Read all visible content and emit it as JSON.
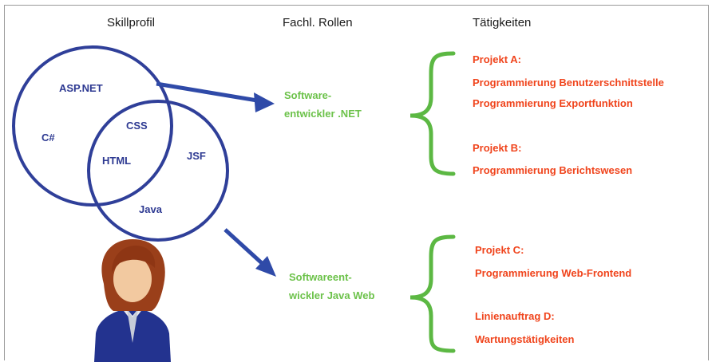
{
  "headers": {
    "skillprofil": "Skillprofil",
    "rollen": "Fachl. Rollen",
    "taetigkeiten": "Tätigkeiten"
  },
  "skills": {
    "aspnet": "ASP.NET",
    "csharp": "C#",
    "css": "CSS",
    "html": "HTML",
    "jsf": "JSF",
    "java": "Java"
  },
  "roles": [
    {
      "line1": "Software-",
      "line2": "entwickler .NET"
    },
    {
      "line1": "Softwareent-",
      "line2": "wickler Java Web"
    }
  ],
  "tasks": {
    "group1": [
      "Projekt A:",
      "Programmierung Benutzerschnittstelle",
      "Programmierung Exportfunktion",
      "Projekt B:",
      "Programmierung Berichtswesen"
    ],
    "group2": [
      "Projekt C:",
      "Programmierung Web-Frontend",
      "Linienauftrag D:",
      "Wartungstätigkeiten"
    ]
  },
  "colors": {
    "circle": "#2f3f99",
    "arrow": "#2f4aa8",
    "role": "#6cc24a",
    "brace": "#5cb843",
    "task": "#f0441c",
    "person_hair": "#9a3f1a",
    "person_skin": "#f2c9a0",
    "person_suit": "#23338f"
  },
  "icons": [
    "person-avatar-icon"
  ]
}
